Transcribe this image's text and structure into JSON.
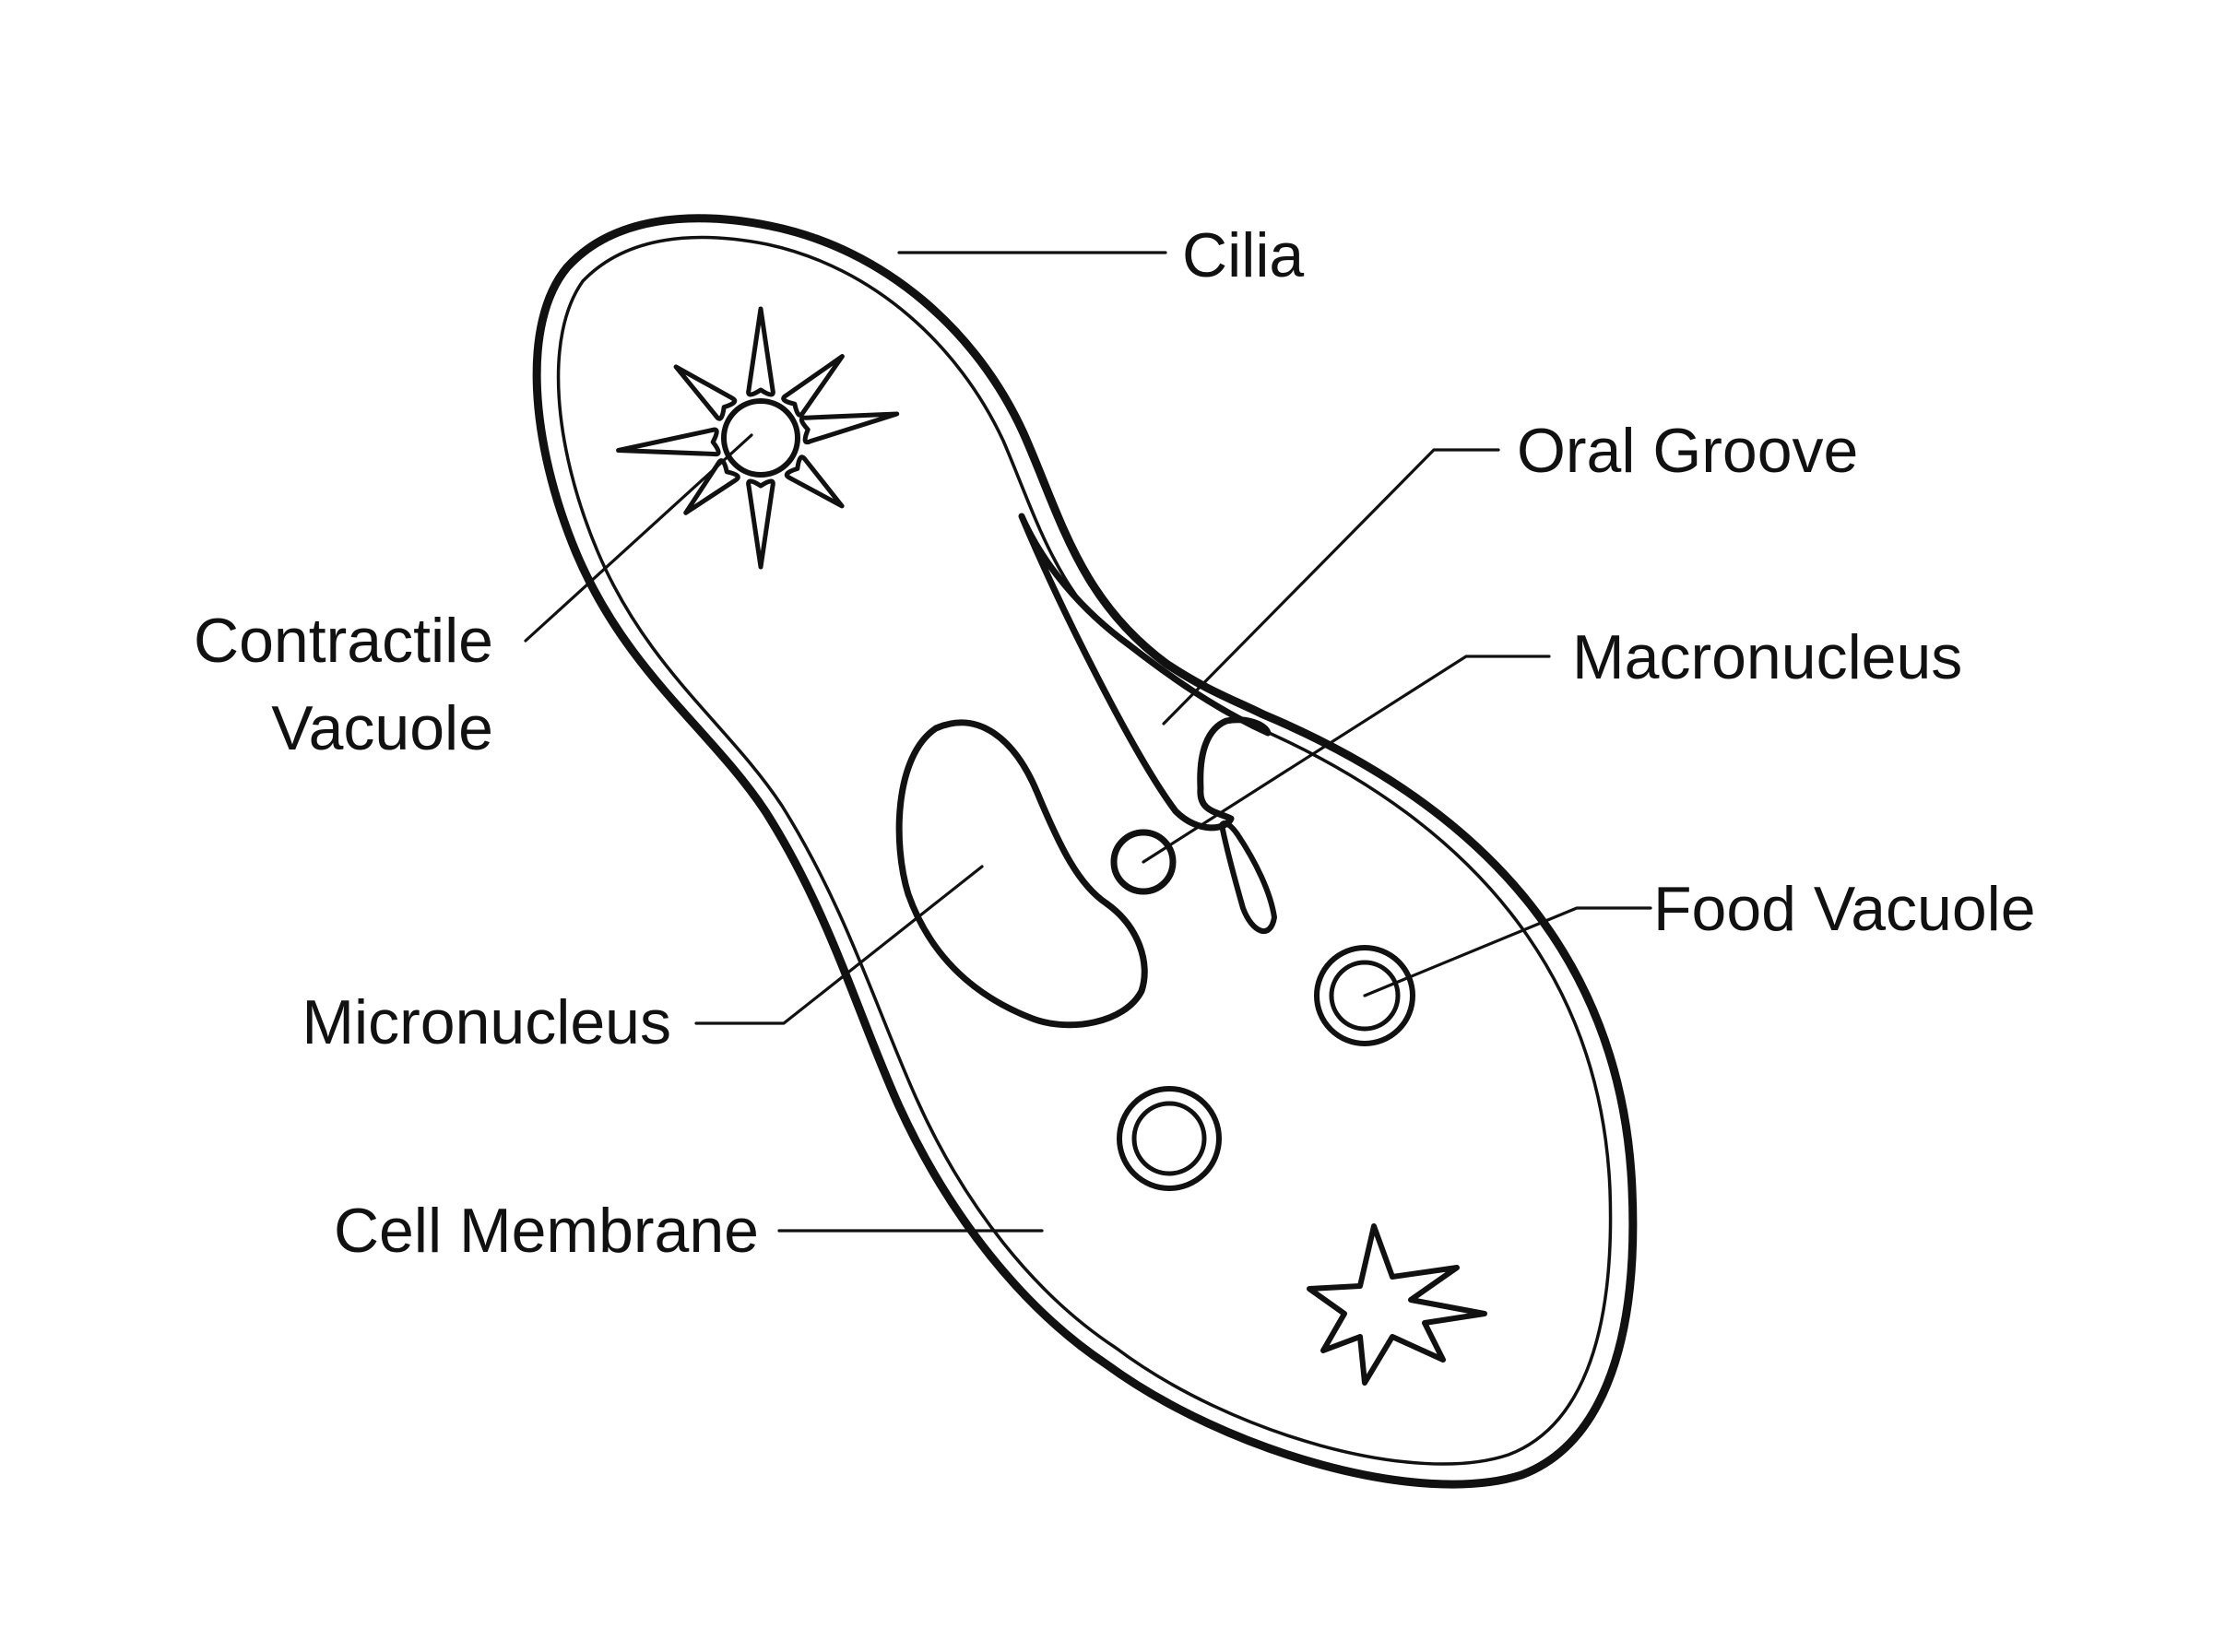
{
  "diagram": {
    "subject": "paramecium cell structure",
    "labels": {
      "cilia": "Cilia",
      "oral_groove": "Oral Groove",
      "macronucleus": "Macronucleus",
      "food_vacuole": "Food Vacuole",
      "contractile_vacuole_line1": "Contractile",
      "contractile_vacuole_line2": "Vacuole",
      "micronucleus": "Micronucleus",
      "cell_membrane": "Cell Membrane"
    },
    "colors": {
      "ink": "#111111",
      "background": "#ffffff"
    }
  }
}
